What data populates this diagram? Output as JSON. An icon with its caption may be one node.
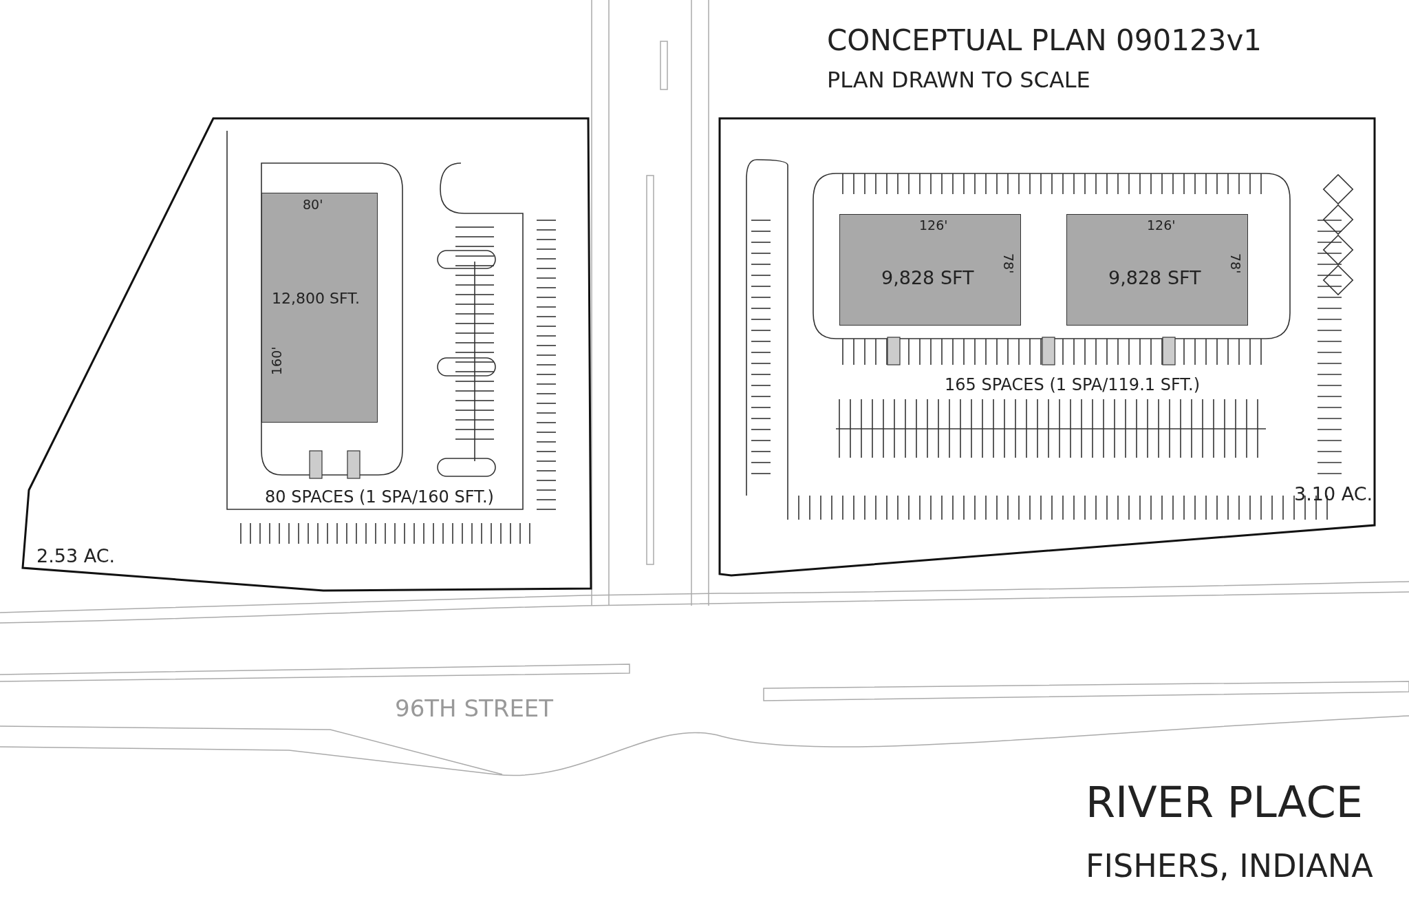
{
  "diagram": {
    "title": "CONCEPTUAL PLAN 090123v1",
    "nodes": [
      {
        "text": [
          "2.53 AC.",
          "80 SPACES (1 SPA/160 SFT.)"
        ]
      },
      {
        "text": [
          "12,800 SFT."
        ],
        "in": 0
      },
      {
        "text": [
          "3.10 AC.",
          "165 SPACES (1 SPA/119.1 SFT.)"
        ]
      },
      {
        "text": [
          "9,828 SFT"
        ],
        "in": 2
      },
      {
        "text": [
          "9,828 SFT"
        ],
        "in": 2
      }
    ],
    "labels": [
      "PLAN DRAWN TO SCALE",
      "80'",
      "160'",
      "126'",
      "78'",
      "126'",
      "78'",
      "96TH STREET",
      "RIVER PLACE",
      "FISHERS, INDIANA"
    ]
  }
}
